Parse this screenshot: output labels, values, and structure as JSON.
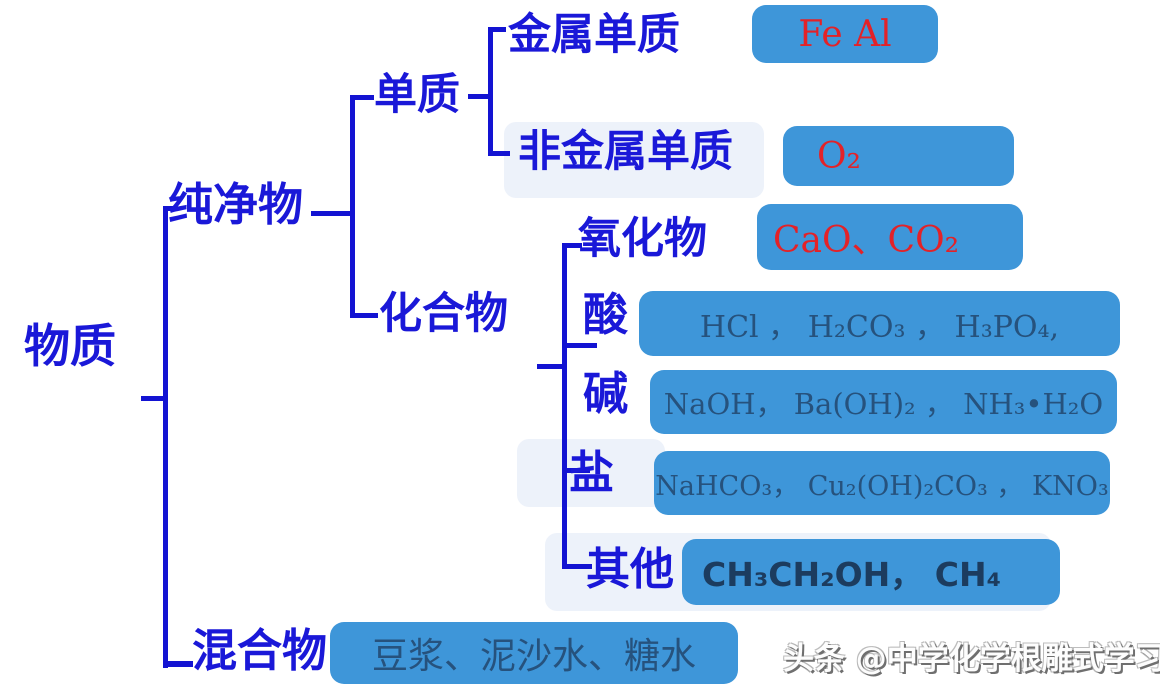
{
  "nodes": {
    "matter": {
      "label": "物质"
    },
    "pure": {
      "label": "纯净物"
    },
    "mixture": {
      "label": "混合物",
      "example": "豆浆、泥沙水、糖水"
    },
    "element": {
      "label": "单质"
    },
    "compound": {
      "label": "化合物"
    },
    "metal": {
      "label": "金属单质",
      "example": "Fe Al"
    },
    "nonmetal": {
      "label": "非金属单质",
      "example": "O₂"
    },
    "oxide": {
      "label": "氧化物",
      "example": "CaO、CO₂"
    },
    "acid": {
      "label": "酸",
      "example": "HCl ， H₂CO₃ ， H₃PO₄,"
    },
    "base": {
      "label": "碱",
      "example": "NaOH， Ba(OH)₂ ，  NH₃•H₂O"
    },
    "salt": {
      "label": "盐",
      "example": "NaHCO₃，  Cu₂(OH)₂CO₃ ，  KNO₃"
    },
    "other": {
      "label": "其他",
      "example": "CH₃CH₂OH，  CH₄"
    }
  },
  "watermark": {
    "text": "头条 @中学化学根雕式学习"
  },
  "colors": {
    "line_blue": "#1313d2",
    "label_blue": "#1a18d8",
    "box_blue": "#3e96d9",
    "example_red": "#e32228",
    "formula_navy": "#26527d",
    "bold_navy": "#1c3c5f",
    "row_highlight": "#edf2fa"
  }
}
